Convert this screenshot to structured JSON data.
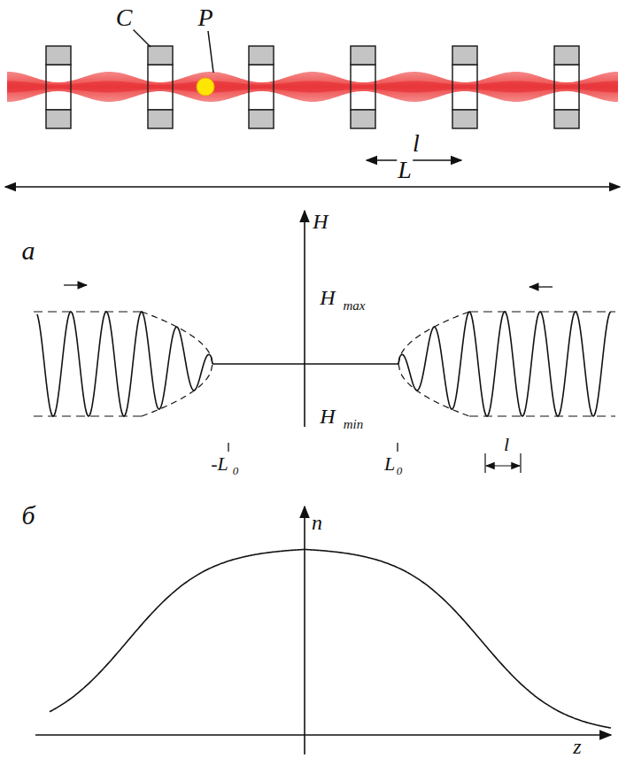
{
  "diagram": {
    "labels": [
      "C",
      "P",
      "l",
      "L",
      "а",
      "H",
      "H",
      "max",
      "H",
      "min",
      "-L",
      "0",
      "L",
      "0",
      "l",
      "б",
      "n",
      "z"
    ]
  }
}
